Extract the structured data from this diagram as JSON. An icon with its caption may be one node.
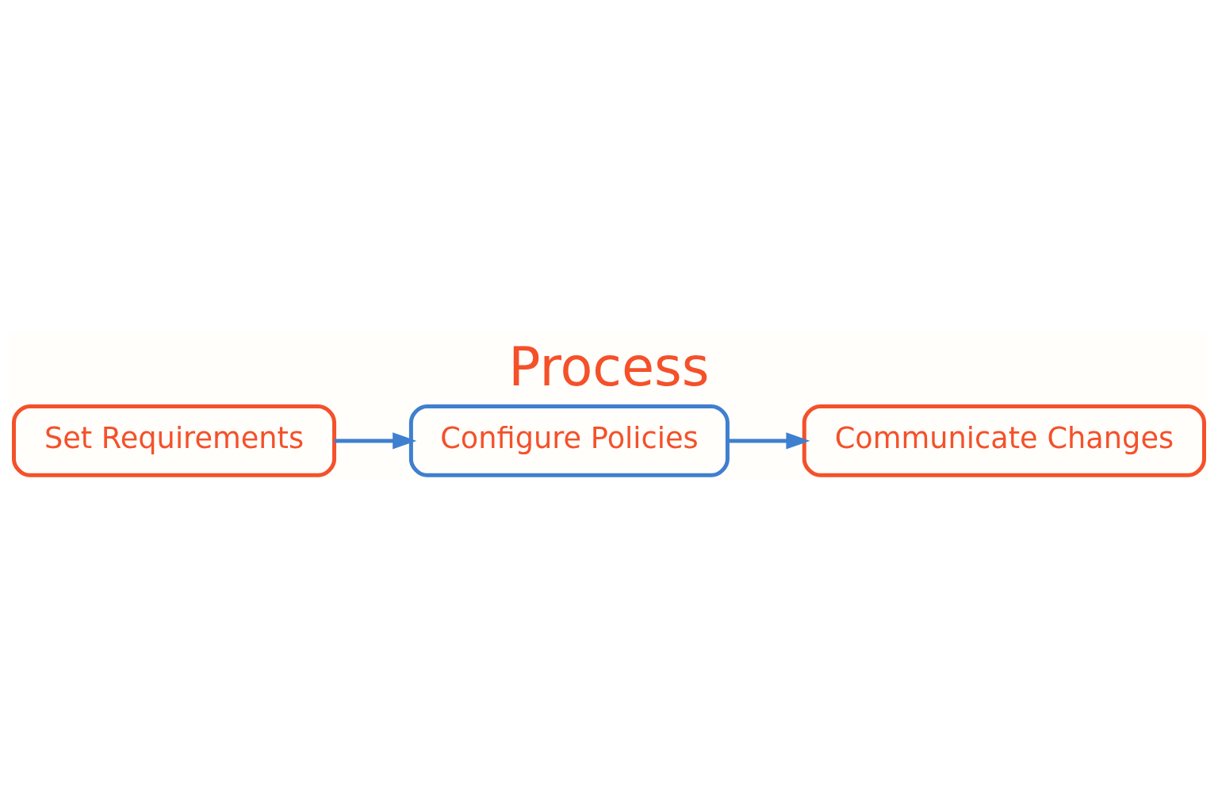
{
  "diagram": {
    "title": "Process",
    "nodes": [
      {
        "text": [
          "Set Requirements"
        ]
      },
      {
        "text": [
          "Configure Policies"
        ]
      },
      {
        "text": [
          "Communicate Changes"
        ]
      }
    ],
    "edges": [
      {
        "from": 0,
        "to": 1,
        "arrow": "to"
      },
      {
        "from": 1,
        "to": 2,
        "arrow": "to"
      }
    ]
  }
}
